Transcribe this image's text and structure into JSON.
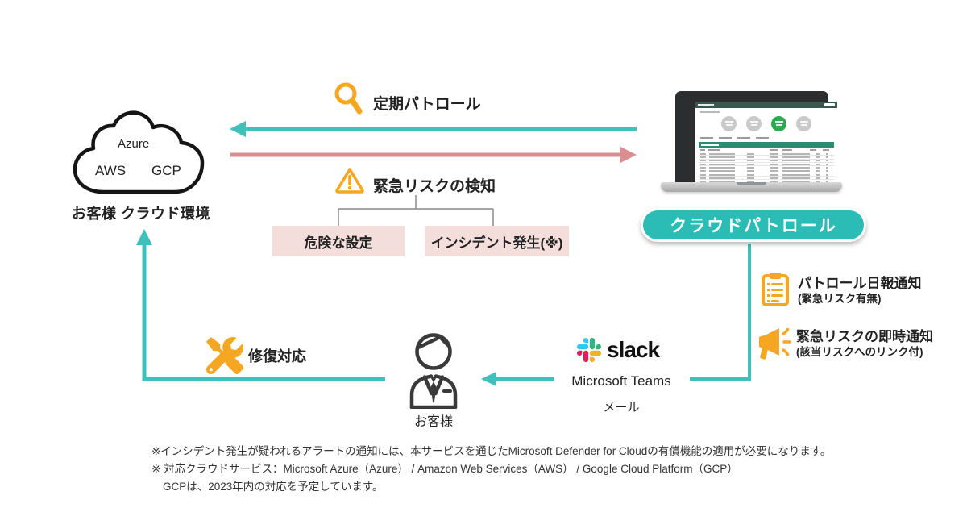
{
  "colors": {
    "teal": "#3EC1BB",
    "pill_teal": "#2CBCB6",
    "pink_arrow": "#D98F8F",
    "pink_box": "#F3DEDC",
    "orange": "#F5A623",
    "connector_gray": "#8a8a8a",
    "screen_header": "#3A564E",
    "table_header_green": "#2F8A72",
    "slack_blue": "#36C5F0",
    "slack_green": "#2EB67D",
    "slack_yellow": "#ECB22E",
    "slack_red": "#E01E5A"
  },
  "cloud_env": {
    "providers": {
      "azure": "Azure",
      "aws": "AWS",
      "gcp": "GCP"
    },
    "label": "お客様 クラウド環境"
  },
  "patrol": {
    "label": "定期パトロール"
  },
  "risk_detection": {
    "label": "緊急リスクの検知",
    "box_left": "危険な設定",
    "box_right": "インシデント発生(※)"
  },
  "service": {
    "label": "クラウドパトロール"
  },
  "laptop": {
    "screen_rows": 11,
    "circle_colors": [
      "#c9c9c9",
      "#c9c9c9",
      "#2FA84F",
      "#c9c9c9"
    ]
  },
  "notifications": [
    {
      "icon": "clipboard-icon",
      "title": "パトロール日報通知",
      "subtitle": "(緊急リスク有無)"
    },
    {
      "icon": "megaphone-icon",
      "title": "緊急リスクの即時通知",
      "subtitle": "(該当リスクへのリンク付)"
    }
  ],
  "channels": {
    "slack_label": "slack",
    "teams": "Microsoft Teams",
    "mail": "メール"
  },
  "customer": {
    "label": "お客様"
  },
  "repair": {
    "label": "修復対応"
  },
  "notes": [
    "※インシデント発生が疑われるアラートの通知には、本サービスを通じたMicrosoft Defender for Cloudの有償機能の適用が必要になります。",
    "※ 対応クラウドサービス：Microsoft Azure（Azure） / Amazon Web Services（AWS） / Google Cloud Platform（GCP）",
    "GCPは、2023年内の対応を予定しています。"
  ]
}
